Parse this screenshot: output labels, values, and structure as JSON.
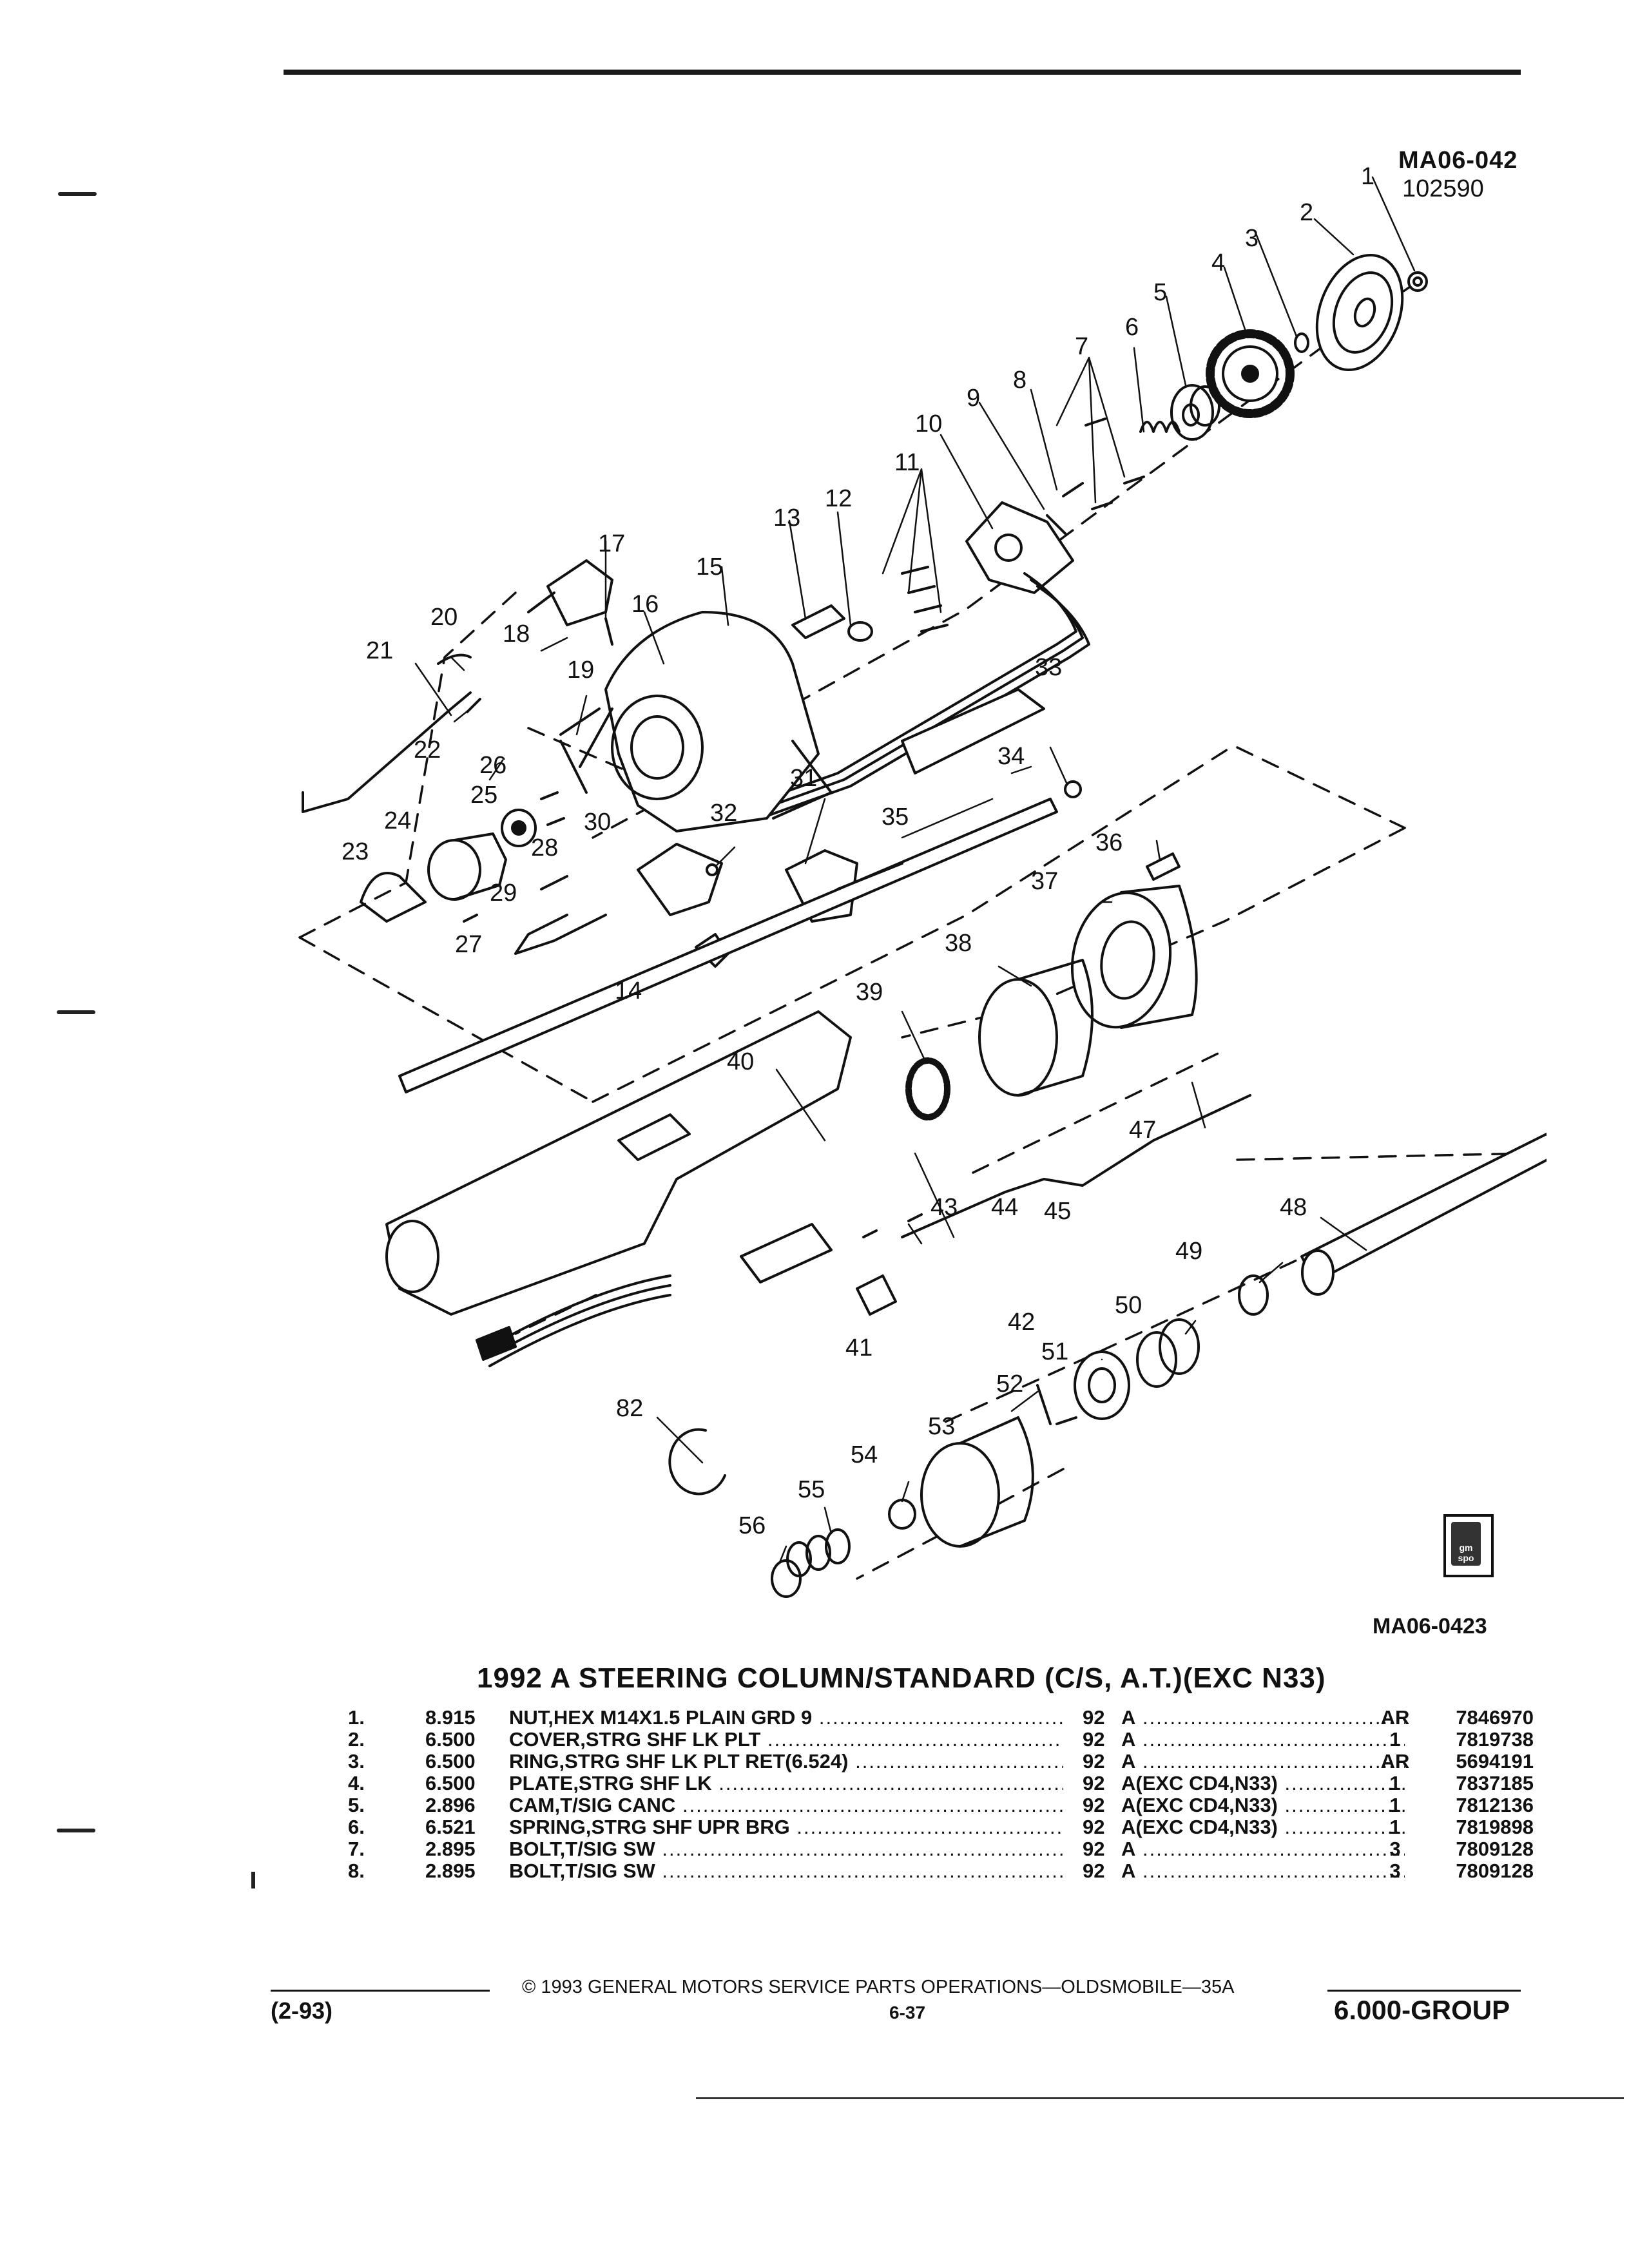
{
  "diagram": {
    "id": "MA06-042",
    "date_code": "102590",
    "bottom_code": "MA06-0423",
    "callouts": [
      "1",
      "2",
      "3",
      "4",
      "5",
      "6",
      "7",
      "8",
      "9",
      "10",
      "11",
      "12",
      "13",
      "14",
      "15",
      "16",
      "17",
      "18",
      "19",
      "20",
      "21",
      "22",
      "23",
      "24",
      "25",
      "26",
      "27",
      "28",
      "29",
      "30",
      "31",
      "32",
      "33",
      "34",
      "35",
      "36",
      "37",
      "38",
      "39",
      "40",
      "41",
      "42",
      "43",
      "44",
      "45",
      "47",
      "48",
      "49",
      "50",
      "51",
      "52",
      "53",
      "54",
      "55",
      "56",
      "82"
    ],
    "logo_text": "gm spo"
  },
  "section": {
    "title": "1992 A STEERING COLUMN/STANDARD (C/S, A.T.)(EXC N33)"
  },
  "parts": [
    {
      "no": "1.",
      "group": "8.915",
      "name": "NUT",
      "desc": ",HEX M14X1.5 PLAIN GRD 9",
      "year": "92",
      "series": "A",
      "qty": "AR",
      "part": "7846970"
    },
    {
      "no": "2.",
      "group": "6.500",
      "name": "COVER",
      "desc": ",STRG SHF LK PLT",
      "year": "92",
      "series": "A",
      "qty": "1",
      "part": "7819738"
    },
    {
      "no": "3.",
      "group": "6.500",
      "name": "RING",
      "desc": ",STRG SHF LK PLT RET(6.524)",
      "year": "92",
      "series": "A",
      "qty": "AR",
      "part": "5694191"
    },
    {
      "no": "4.",
      "group": "6.500",
      "name": "PLATE",
      "desc": ",STRG SHF LK",
      "year": "92",
      "series": "A(EXC CD4,N33)",
      "qty": "1",
      "part": "7837185"
    },
    {
      "no": "5.",
      "group": "2.896",
      "name": "CAM",
      "desc": ",T/SIG CANC",
      "year": "92",
      "series": "A(EXC CD4,N33)",
      "qty": "1",
      "part": "7812136"
    },
    {
      "no": "6.",
      "group": "6.521",
      "name": "SPRING",
      "desc": ",STRG SHF UPR BRG",
      "year": "92",
      "series": "A(EXC CD4,N33)",
      "qty": "1",
      "part": "7819898"
    },
    {
      "no": "7.",
      "group": "2.895",
      "name": "BOLT",
      "desc": ",T/SIG SW",
      "year": "92",
      "series": "A",
      "qty": "3",
      "part": "7809128"
    },
    {
      "no": "8.",
      "group": "2.895",
      "name": "BOLT",
      "desc": ",T/SIG SW",
      "year": "92",
      "series": "A",
      "qty": "3",
      "part": "7809128"
    }
  ],
  "footer": {
    "copyright": "© 1993 GENERAL MOTORS SERVICE PARTS OPERATIONS—OLDSMOBILE—35A",
    "date": "(2-93)",
    "page": "6-37",
    "group": "6.000-GROUP"
  }
}
